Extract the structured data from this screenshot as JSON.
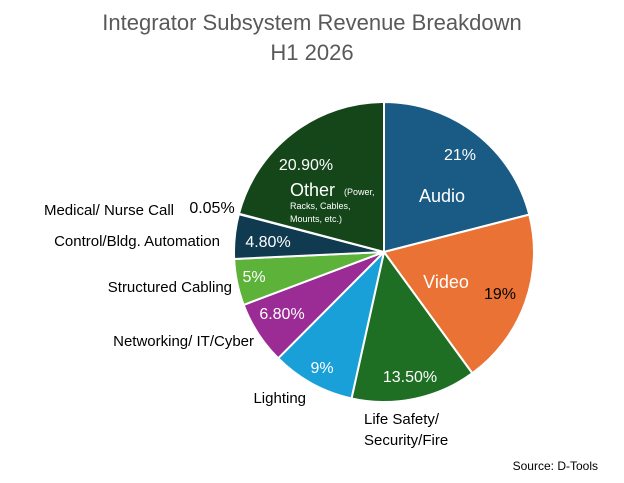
{
  "chart_data": {
    "type": "pie",
    "title": "Integrator Subsystem Revenue Breakdown",
    "subtitle": "H1 2026",
    "source": "Source: D-Tools",
    "slices": [
      {
        "name": "Audio",
        "value": 21,
        "value_label": "21%",
        "color": "#1a5b85"
      },
      {
        "name": "Video",
        "value": 19,
        "value_label": "19%",
        "color": "#ea7234"
      },
      {
        "name": "Life Safety/ Security/Fire",
        "value": 13.5,
        "value_label": "13.50%",
        "color": "#1e6f24"
      },
      {
        "name": "Lighting",
        "value": 9,
        "value_label": "9%",
        "color": "#1aa0d8"
      },
      {
        "name": "Networking/ IT/Cyber",
        "value": 6.8,
        "value_label": "6.80%",
        "color": "#9b2b95"
      },
      {
        "name": "Structured Cabling",
        "value": 5,
        "value_label": "5%",
        "color": "#5db339"
      },
      {
        "name": "Control/Bldg. Automation",
        "value": 4.8,
        "value_label": "4.80%",
        "color": "#0f3a4f"
      },
      {
        "name": "Medical/ Nurse Call",
        "value": 0.05,
        "value_label": "0.05%",
        "color": "#1f4e79"
      },
      {
        "name": "Other",
        "name_note": "(Power, Racks, Cables, Mounts, etc.)",
        "value": 20.9,
        "value_label": "20.90%",
        "color": "#14461a"
      }
    ]
  }
}
